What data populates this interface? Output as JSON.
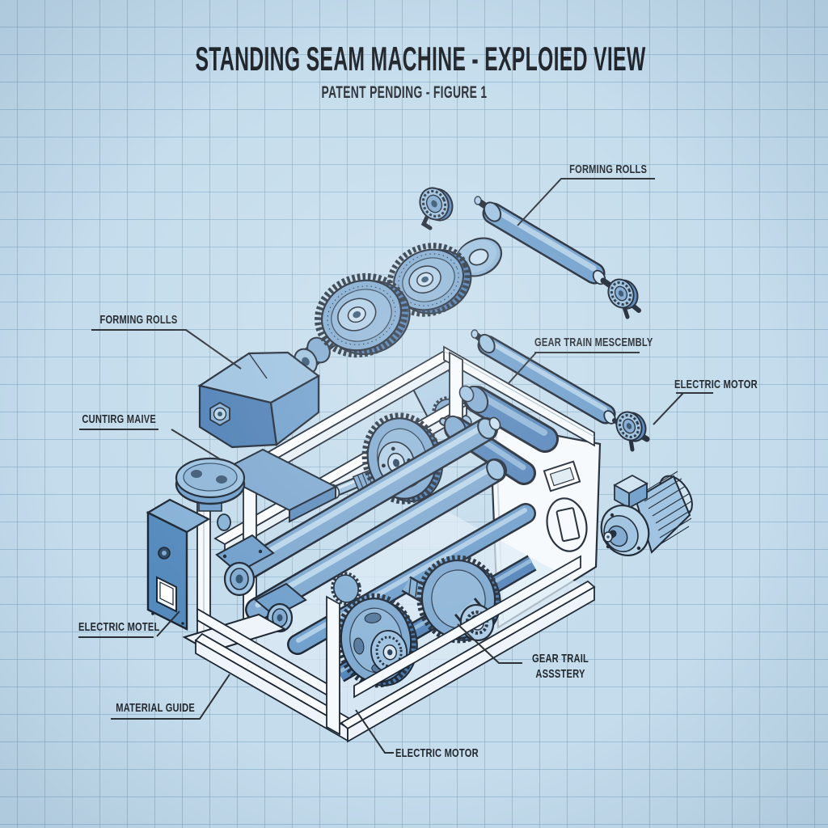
{
  "title": {
    "main": "STANDING SEAM MACHINE - EXPLOIED VIEW",
    "subtitle": "PATENT PENDING - FIGURE 1"
  },
  "labels": {
    "forming_rolls_top": "FORMING ROLLS",
    "forming_rolls_left": "FORMING ROLLS",
    "gear_train_mescembly": "GEAR TRAIN MESCEMBLY",
    "electric_motor_right": "ELECTRIC MOTOR",
    "cuntirg_maive": "CUNTIRG MAIVE",
    "electric_motel": "ELECTRIC MOTEL",
    "material_guide": "MATERIAL GUIDE",
    "gear_trail_line1": "GEAR TRAIL",
    "gear_trail_line2": "ASSSTERY",
    "electric_motor_bottom": "ELECTRIC MOTOR"
  },
  "diagram": {
    "style": "blueprint exploded isometric drawing",
    "parts_depicted": [
      "forming roller (exploded, upper right)",
      "forming roller (exploded, middle right)",
      "large gear with shaft and spool end",
      "large toothed gear",
      "spacer washer",
      "small end knobs / bearing caps",
      "white isometric machine frame",
      "right end panel with slot and oval cutout",
      "three blue forming rollers with pillow-block mounts",
      "central gear train with drive shaft",
      "two large bottom gears with splined hub",
      "blue electric control box with rocker switch and cap",
      "hexagonal cutter head block",
      "finned electric motor (right side)",
      "material guide tray"
    ],
    "colors": {
      "background": "#c4dcec",
      "grid_line": "#7ca6c5",
      "ink_outline": "#1c2633",
      "part_blue_light": "#aecde6",
      "part_blue_mid": "#7fa9d0",
      "part_blue_deep": "#5585ba",
      "part_blue_dark": "#4a7aae",
      "part_white": "#f6fafd",
      "label_text": "#22272d"
    }
  }
}
